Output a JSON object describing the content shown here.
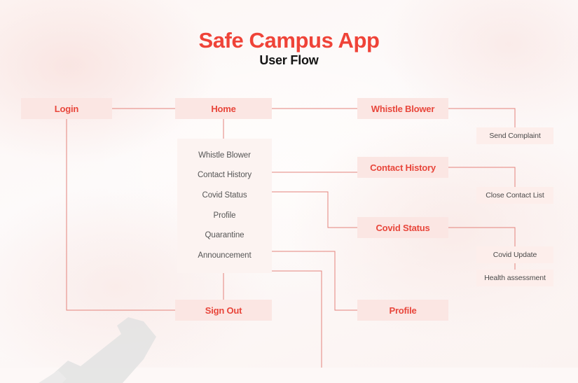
{
  "header": {
    "title": "Safe Campus App",
    "subtitle": "User Flow"
  },
  "colors": {
    "accent": "#ef4338",
    "node_main_bg": "#fbe6e3",
    "node_main_text": "#e8463b",
    "node_sub_bg": "#fdeeeb",
    "node_sub_text": "#4a4a4a",
    "connector": "#e4837c",
    "background": "#fdf8f7"
  },
  "nodes": {
    "login": "Login",
    "home": "Home",
    "sign_out": "Sign Out",
    "whistle_blower": "Whistle Blower",
    "contact_history": "Contact History",
    "covid_status": "Covid Status",
    "profile": "Profile",
    "send_complaint": "Send Complaint",
    "close_contact_list": "Close Contact List",
    "covid_update": "Covid Update",
    "health_assessment": "Health assessment"
  },
  "menu": {
    "items": [
      "Whistle Blower",
      "Contact History",
      "Covid Status",
      "Profile",
      "Quarantine",
      "Announcement"
    ]
  }
}
